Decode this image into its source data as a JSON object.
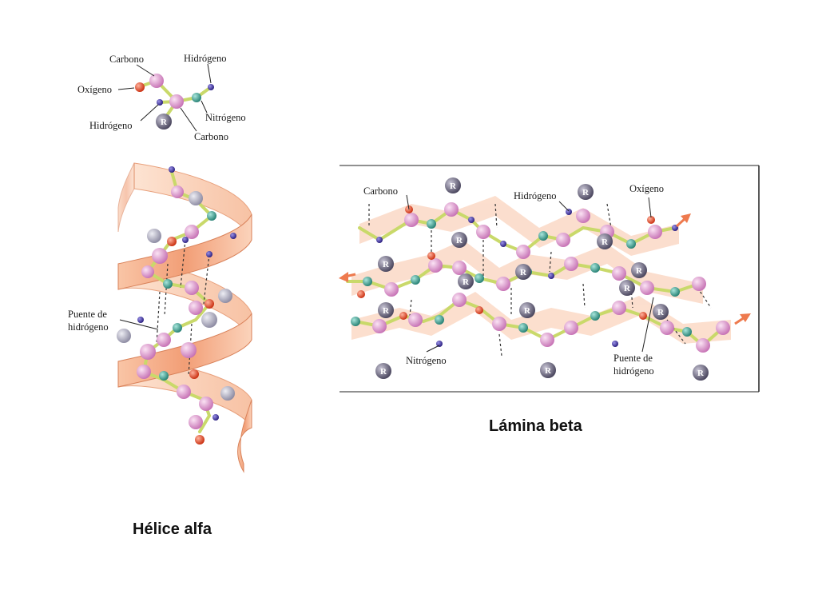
{
  "slide": {
    "captions": {
      "alpha": "Hélice alfa",
      "beta": "Lámina beta"
    }
  },
  "legend": {
    "carbono": "Carbono",
    "hidrogeno": "Hidrógeno",
    "oxigeno": "Oxígeno",
    "hidrogeno2": "Hidrógeno",
    "nitrogeno": "Nitrógeno",
    "carbono2": "Carbono",
    "r": "R"
  },
  "helix": {
    "puente_line1": "Puente de",
    "puente_line2": "hidrógeno"
  },
  "sheet": {
    "carbono": "Carbono",
    "hidrogeno": "Hidrógeno",
    "oxigeno": "Oxígeno",
    "nitrogeno": "Nitrógeno",
    "puente_line1": "Puente de",
    "puente_line2": "hidrógeno",
    "r": "R"
  },
  "colors": {
    "carbon": "#d98cc7",
    "nitrogen": "#2f9a8a",
    "hydrogen": "#3b2fa8",
    "oxygen": "#e8401c",
    "r_group": "#6f6a80",
    "ribbon": "#f6b48e",
    "sheet_plane": "#fbd9c6",
    "arrow": "#ee7a4e"
  }
}
